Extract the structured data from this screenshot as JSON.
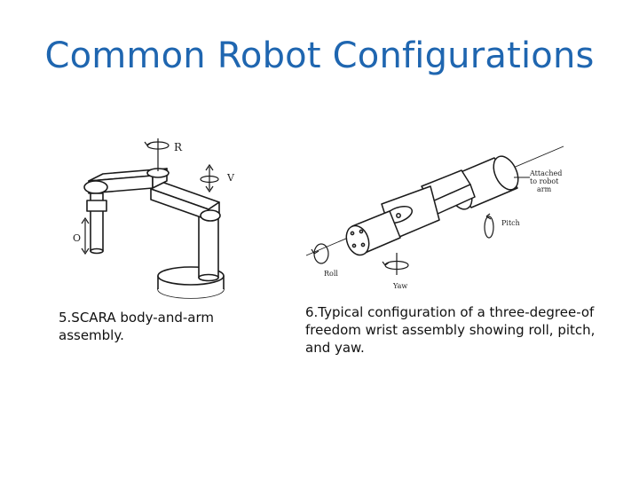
{
  "slide": {
    "title": "Common Robot Configurations"
  },
  "figures": {
    "scara": {
      "caption": "5.SCARA body-and-arm assembly.",
      "labels": {
        "r": "R",
        "v": "V",
        "o": "O"
      }
    },
    "wrist": {
      "caption": "6.Typical configuration of a three-degree-of freedom wrist assembly showing roll, pitch, and yaw.",
      "labels": {
        "attached_1": "Attached",
        "attached_2": "to robot",
        "attached_3": "arm",
        "pitch": "Pitch",
        "roll": "Roll",
        "yaw": "Yaw"
      }
    }
  }
}
